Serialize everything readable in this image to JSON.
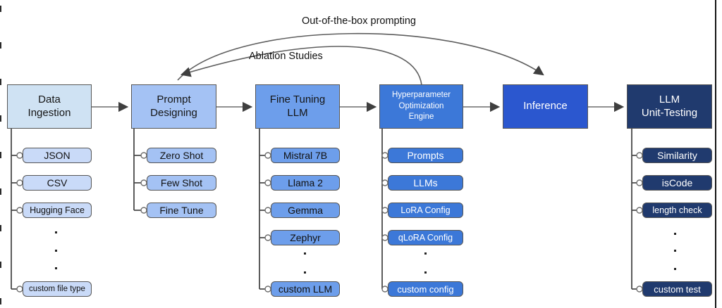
{
  "palette": {
    "stage_fills": [
      "#cfe2f3",
      "#a4c2f4",
      "#6d9eeb",
      "#3c78d8",
      "#2b57cf",
      "#203a6e"
    ],
    "child_fill_light": "#c9daf8",
    "wire_gray": "#5e5e5e",
    "arrowhead": "#3f3f3f",
    "background": "#ffffff"
  },
  "annotations": {
    "out_of_box": "Out-of-the-box prompting",
    "ablation": "Ablation Studies"
  },
  "stages": [
    {
      "label": "Data\nIngestion",
      "children": [
        "JSON",
        "CSV",
        "Hugging Face",
        "custom file type"
      ]
    },
    {
      "label": "Prompt\nDesigning",
      "children": [
        "Zero Shot",
        "Few Shot",
        "Fine Tune"
      ]
    },
    {
      "label": "Fine Tuning\nLLM",
      "children": [
        "Mistral 7B",
        "Llama 2",
        "Gemma",
        "Zephyr",
        "custom LLM"
      ]
    },
    {
      "label": "Hyperparameter\nOptimization\nEngine",
      "children": [
        "Prompts",
        "LLMs",
        "LoRA Config",
        "qLoRA Config",
        "custom config"
      ]
    },
    {
      "label": "Inference",
      "children": []
    },
    {
      "label": "LLM\nUnit-Testing",
      "children": [
        "Similarity",
        "isCode",
        "length check",
        "custom test"
      ]
    }
  ]
}
